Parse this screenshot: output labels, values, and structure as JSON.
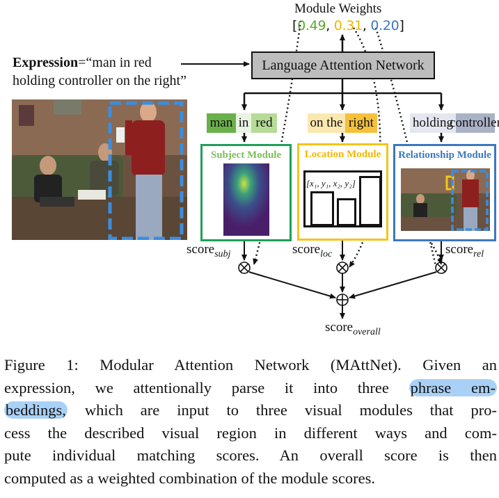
{
  "module_weights": {
    "title": "Module Weights",
    "open_bracket": "[",
    "subj": "0.49",
    "sep1": ",",
    "loc": "0.31",
    "sep2": ",",
    "rel": "0.20",
    "close_bracket": "]"
  },
  "expression": {
    "key": "Expression",
    "line1_rest": "=“man in red",
    "line2": "holding controller  on the right”"
  },
  "language_attention_network": "Language Attention  Network",
  "phrases": {
    "subject": [
      "man",
      "in",
      "red"
    ],
    "location": [
      "on the",
      "right"
    ],
    "relationship": [
      "holding",
      "controller"
    ]
  },
  "modules": {
    "subject": {
      "title": "Subject Module"
    },
    "location": {
      "title": "Location Module",
      "formula": "[x₁, y₁, x₂, y₂]"
    },
    "relationship": {
      "title": "Relationship Module"
    }
  },
  "scores": {
    "word": "score",
    "subj": "subj",
    "loc": "loc",
    "rel": "rel",
    "overall": "overall"
  },
  "caption": {
    "line1": "Figure 1: Modular Attention Network (MAttNet). Given an",
    "line2_a": "expression, we attentionally parse it into three ",
    "line2_hl": "phrase em-",
    "line3_hl": "beddings,",
    "line3_b": " which are input to three visual modules that pro-",
    "line4": "cess the described visual region in different ways and com-",
    "line5": "pute individual matching scores.  An overall score is then",
    "line6": "computed as a weighted combination of the module scores."
  },
  "colors": {
    "subject_green": "#5aa830",
    "location_yellow": "#f0b400",
    "relationship_blue": "#3b78c0",
    "highlight": "#a9d1f7",
    "lan_box": "#bdbdbd"
  }
}
